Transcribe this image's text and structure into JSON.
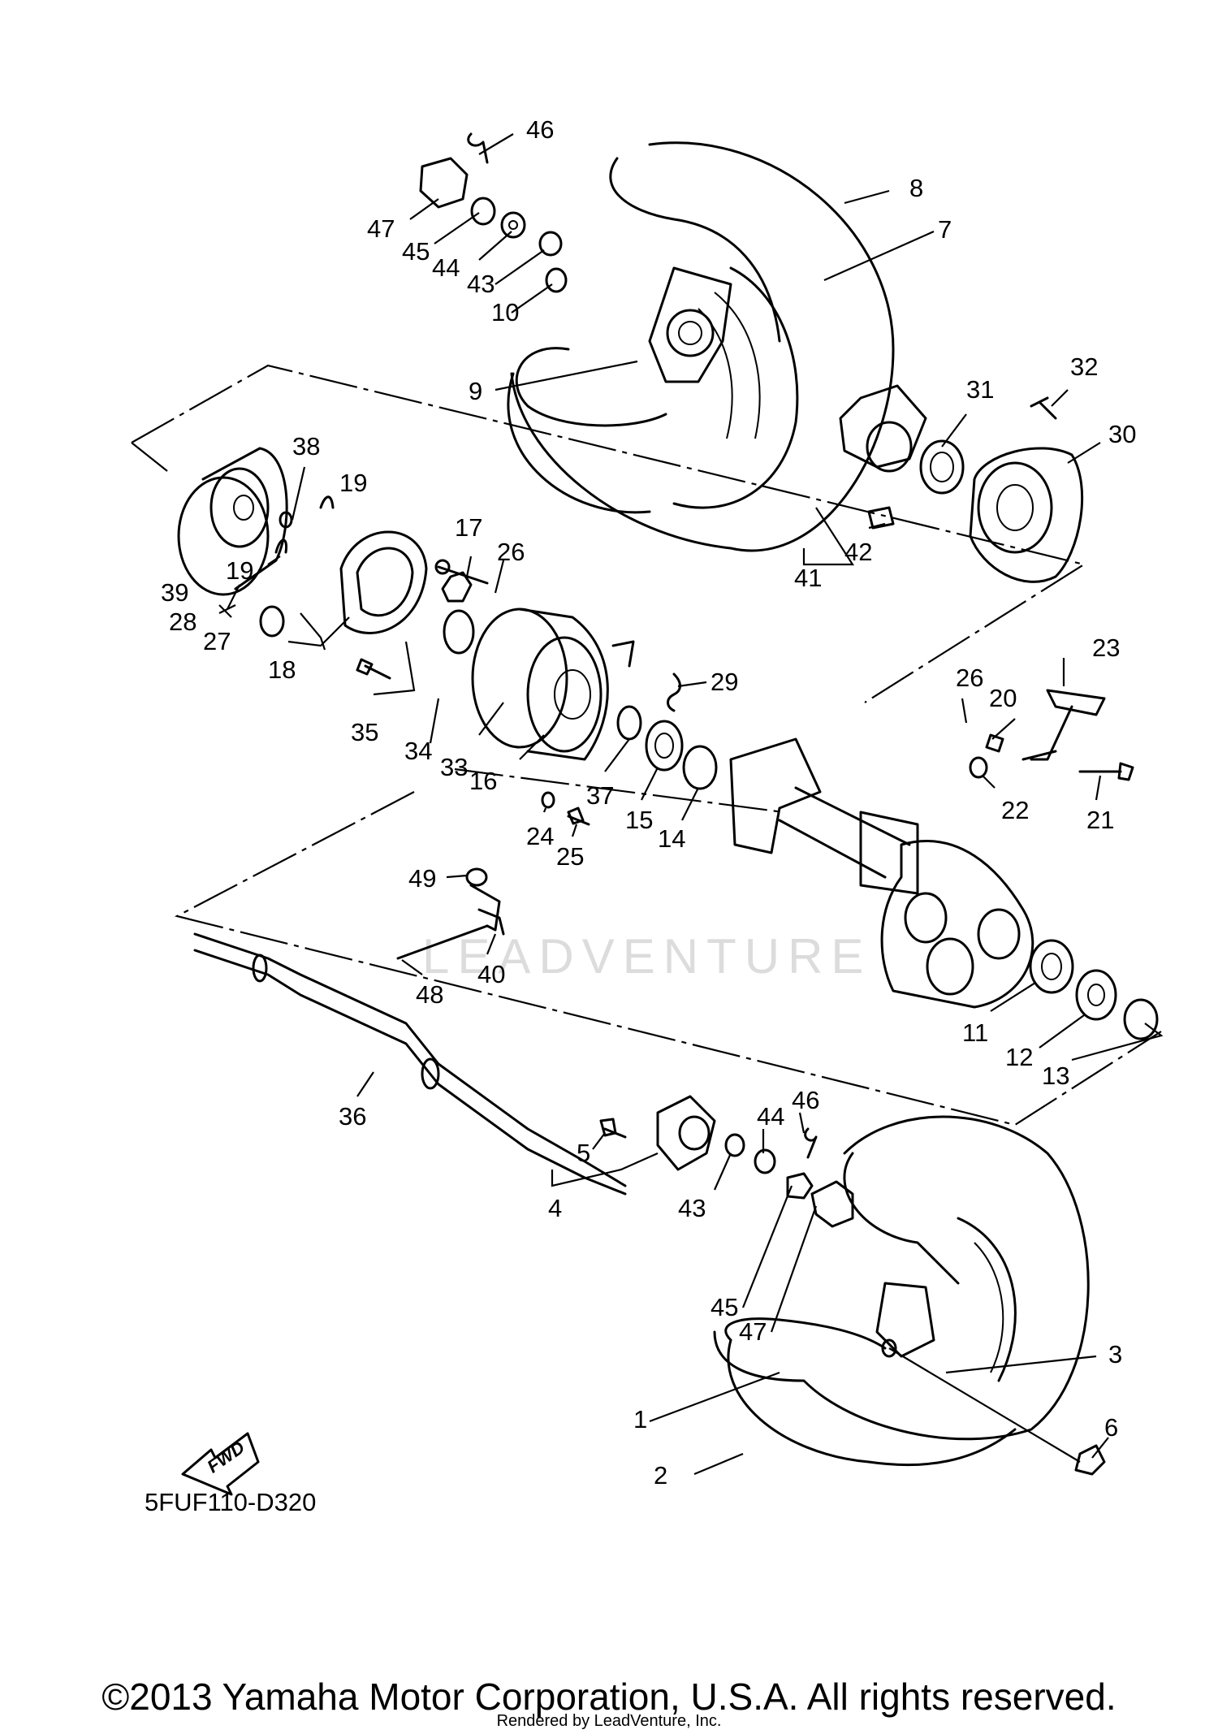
{
  "diagram": {
    "code": "5FUF110-D320",
    "fwd_label": "FWD",
    "watermark": "LEADVENTURE",
    "copyright": "©2013 Yamaha Motor Corporation, U.S.A. All rights reserved.",
    "rendered_by": "Rendered by LeadVenture, Inc."
  },
  "callouts": [
    {
      "id": "c46a",
      "text": "46"
    },
    {
      "id": "c47a",
      "text": "47"
    },
    {
      "id": "c45a",
      "text": "45"
    },
    {
      "id": "c44a",
      "text": "44"
    },
    {
      "id": "c43a",
      "text": "43"
    },
    {
      "id": "c10",
      "text": "10"
    },
    {
      "id": "c8",
      "text": "8"
    },
    {
      "id": "c7",
      "text": "7"
    },
    {
      "id": "c9",
      "text": "9"
    },
    {
      "id": "c31",
      "text": "31"
    },
    {
      "id": "c32",
      "text": "32"
    },
    {
      "id": "c30",
      "text": "30"
    },
    {
      "id": "c42",
      "text": "42"
    },
    {
      "id": "c41",
      "text": "41"
    },
    {
      "id": "c38",
      "text": "38"
    },
    {
      "id": "c19a",
      "text": "19"
    },
    {
      "id": "c19b",
      "text": "19"
    },
    {
      "id": "c39",
      "text": "39"
    },
    {
      "id": "c28",
      "text": "28"
    },
    {
      "id": "c27",
      "text": "27"
    },
    {
      "id": "c18",
      "text": "18"
    },
    {
      "id": "c17",
      "text": "17"
    },
    {
      "id": "c26a",
      "text": "26"
    },
    {
      "id": "c29",
      "text": "29"
    },
    {
      "id": "c35",
      "text": "35"
    },
    {
      "id": "c34",
      "text": "34"
    },
    {
      "id": "c33",
      "text": "33"
    },
    {
      "id": "c16",
      "text": "16"
    },
    {
      "id": "c37",
      "text": "37"
    },
    {
      "id": "c15",
      "text": "15"
    },
    {
      "id": "c14",
      "text": "14"
    },
    {
      "id": "c24",
      "text": "24"
    },
    {
      "id": "c25",
      "text": "25"
    },
    {
      "id": "c23",
      "text": "23"
    },
    {
      "id": "c26b",
      "text": "26"
    },
    {
      "id": "c20",
      "text": "20"
    },
    {
      "id": "c22",
      "text": "22"
    },
    {
      "id": "c21",
      "text": "21"
    },
    {
      "id": "c49",
      "text": "49"
    },
    {
      "id": "c40",
      "text": "40"
    },
    {
      "id": "c48",
      "text": "48"
    },
    {
      "id": "c11",
      "text": "11"
    },
    {
      "id": "c12",
      "text": "12"
    },
    {
      "id": "c13",
      "text": "13"
    },
    {
      "id": "c36",
      "text": "36"
    },
    {
      "id": "c5",
      "text": "5"
    },
    {
      "id": "c4",
      "text": "4"
    },
    {
      "id": "c44b",
      "text": "44"
    },
    {
      "id": "c46b",
      "text": "46"
    },
    {
      "id": "c43b",
      "text": "43"
    },
    {
      "id": "c45b",
      "text": "45"
    },
    {
      "id": "c47b",
      "text": "47"
    },
    {
      "id": "c3",
      "text": "3"
    },
    {
      "id": "c1",
      "text": "1"
    },
    {
      "id": "c6",
      "text": "6"
    },
    {
      "id": "c2",
      "text": "2"
    }
  ]
}
